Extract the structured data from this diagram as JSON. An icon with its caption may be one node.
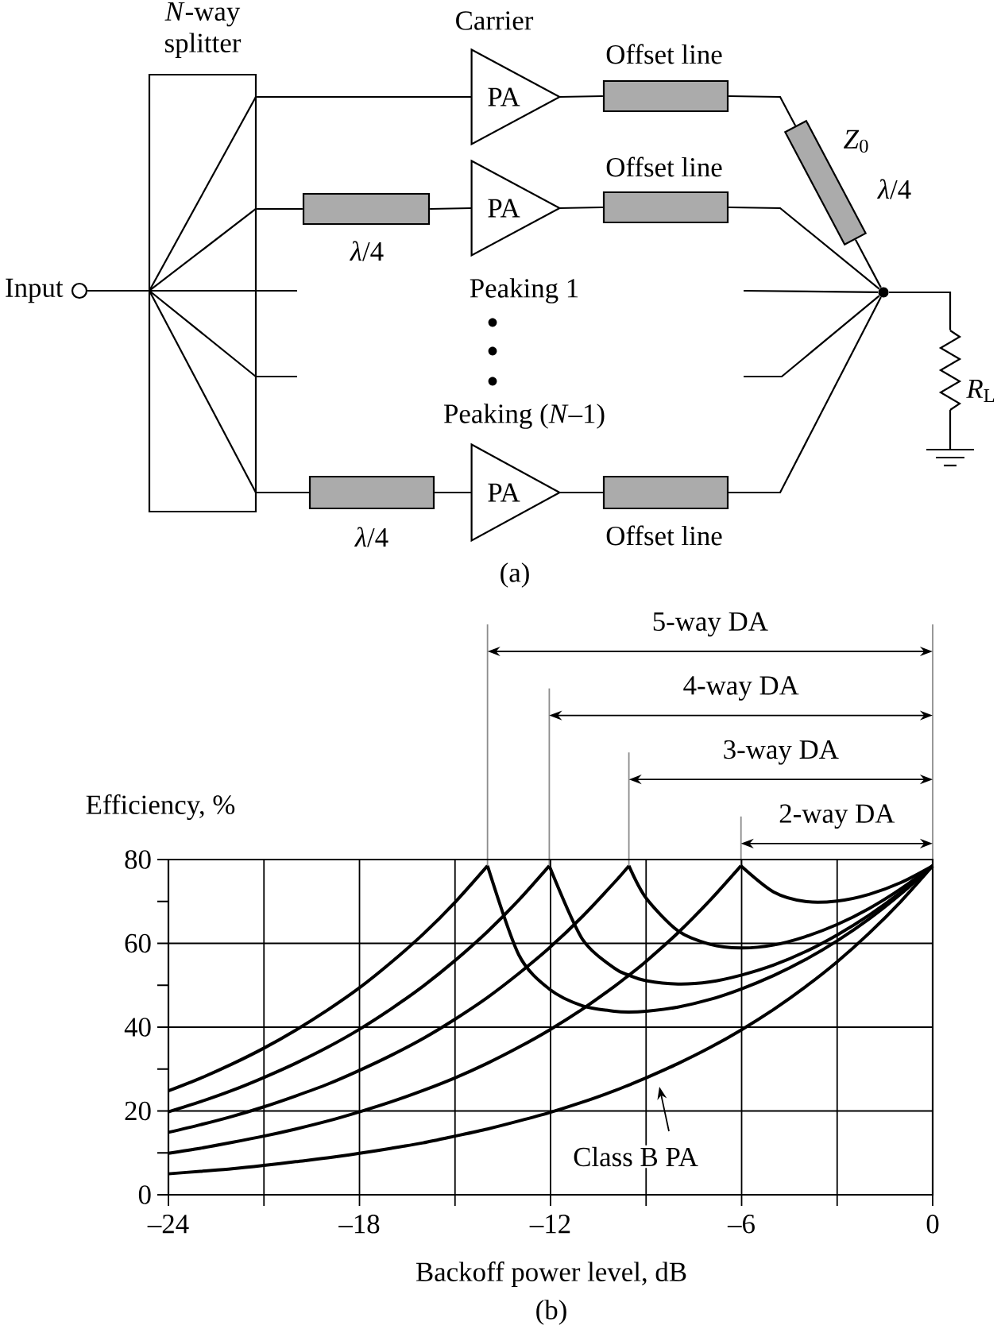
{
  "diagram": {
    "nodes": [
      {
        "text": [],
        "shape": "circle",
        "beside": [
          "Input"
        ]
      },
      {
        "text": [
          "*N*-way splitter"
        ]
      },
      {
        "text": [
          "Carrier",
          "PA"
        ]
      },
      {
        "text": [
          "Offset line"
        ]
      },
      {
        "text": [
          "*Z*$_{0}$",
          "*λ*/4"
        ]
      },
      {
        "text": [
          "*λ*/4"
        ]
      },
      {
        "text": [
          "PA",
          "Peaking 1"
        ]
      },
      {
        "text": [
          "Offset line"
        ]
      },
      {
        "text": [],
        "shape": "circle"
      },
      {
        "text": [
          "*R*$_{L}$"
        ]
      },
      {
        "text": [
          "*λ*/4"
        ]
      },
      {
        "text": [
          "Peaking (*N*–1)",
          "PA"
        ]
      },
      {
        "text": [
          "Offset line"
        ]
      }
    ],
    "edges": [
      {
        "from": 0,
        "to": 1,
        "arrow": "none"
      },
      {
        "from": 1,
        "to": 2,
        "arrow": "none"
      },
      {
        "from": 2,
        "to": 3,
        "arrow": "none"
      },
      {
        "from": 3,
        "to": 4,
        "arrow": "none"
      },
      {
        "from": 4,
        "to": 8,
        "arrow": "none"
      },
      {
        "from": 1,
        "to": 5,
        "arrow": "none"
      },
      {
        "from": 5,
        "to": 6,
        "arrow": "none"
      },
      {
        "from": 6,
        "to": 7,
        "arrow": "none"
      },
      {
        "from": 7,
        "to": 8,
        "arrow": "none"
      },
      {
        "from": 1,
        "to": null,
        "arrow": "none"
      },
      {
        "from": 1,
        "to": null,
        "arrow": "none"
      },
      {
        "from": null,
        "to": 8,
        "arrow": "none"
      },
      {
        "from": null,
        "to": 8,
        "arrow": "none"
      },
      {
        "from": 1,
        "to": 10,
        "arrow": "none"
      },
      {
        "from": 10,
        "to": 11,
        "arrow": "none"
      },
      {
        "from": 11,
        "to": 12,
        "arrow": "none"
      },
      {
        "from": 12,
        "to": 8,
        "arrow": "none"
      },
      {
        "from": 8,
        "to": 9,
        "arrow": "none"
      }
    ],
    "labels": [
      "(a)",
      "(b)"
    ],
    "chart_data": {
      "type": "line",
      "xlabel": "Backoff power level, dB",
      "ylabel": "Efficiency, %",
      "x": [
        -24,
        -23,
        -22,
        -21,
        -20,
        -19,
        -18,
        -17,
        -16,
        -15,
        -13.98,
        -13,
        -12.04,
        -11,
        -10,
        -9.54,
        -9,
        -8,
        -7,
        -6.02,
        -5,
        -4,
        -3,
        -2,
        -1,
        0
      ],
      "series": [
        {
          "name": "Class B PA",
          "color": "#000000",
          "values": [
            5.0,
            5.6,
            6.2,
            7.0,
            7.9,
            8.8,
            9.9,
            11.1,
            12.4,
            14.0,
            15.7,
            17.6,
            19.6,
            22.1,
            24.8,
            26.2,
            27.9,
            31.3,
            35.1,
            39.3,
            44.2,
            49.6,
            55.6,
            62.4,
            70.0,
            78.5
          ]
        },
        {
          "name": "2-way DA",
          "color": "#000000",
          "values": [
            9.9,
            11.1,
            12.5,
            14.0,
            15.7,
            17.6,
            19.8,
            22.2,
            24.9,
            27.9,
            31.4,
            35.2,
            39.3,
            44.3,
            49.7,
            52.4,
            55.7,
            62.5,
            70.2,
            78.5,
            72.3,
            70.0,
            70.1,
            71.7,
            74.5,
            78.5
          ]
        },
        {
          "name": "3-way DA",
          "color": "#000000",
          "values": [
            14.9,
            16.7,
            18.7,
            21.0,
            23.6,
            26.4,
            29.7,
            33.3,
            37.3,
            41.9,
            47.1,
            52.8,
            58.9,
            66.4,
            74.5,
            78.5,
            70.8,
            63.0,
            59.8,
            58.9,
            59.6,
            61.6,
            64.5,
            68.3,
            73.0,
            78.5
          ]
        },
        {
          "name": "4-way DA",
          "color": "#000000",
          "values": [
            19.8,
            22.2,
            24.9,
            28.0,
            31.4,
            35.2,
            39.5,
            44.4,
            49.8,
            55.9,
            62.8,
            70.3,
            78.5,
            61.0,
            54.1,
            52.4,
            51.1,
            50.3,
            50.8,
            52.4,
            54.8,
            58.0,
            62.0,
            66.7,
            72.2,
            78.5
          ]
        },
        {
          "name": "5-way DA",
          "color": "#000000",
          "values": [
            24.8,
            27.8,
            31.2,
            35.0,
            39.3,
            44.1,
            49.4,
            55.5,
            62.2,
            69.8,
            78.5,
            57.3,
            49.1,
            45.1,
            43.8,
            43.6,
            43.8,
            44.8,
            46.6,
            49.1,
            52.3,
            56.1,
            60.6,
            65.8,
            71.8,
            78.5
          ]
        }
      ],
      "xlim": [
        -24,
        0
      ],
      "ylim": [
        0,
        80
      ],
      "xticks": [
        {
          "value": -24,
          "label": "–24"
        },
        {
          "value": -18,
          "label": "–18"
        },
        {
          "value": -12,
          "label": "–12"
        },
        {
          "value": -6,
          "label": "–6"
        },
        0
      ],
      "yticks": [
        0,
        20,
        40,
        60,
        80
      ],
      "grid": true
    }
  }
}
